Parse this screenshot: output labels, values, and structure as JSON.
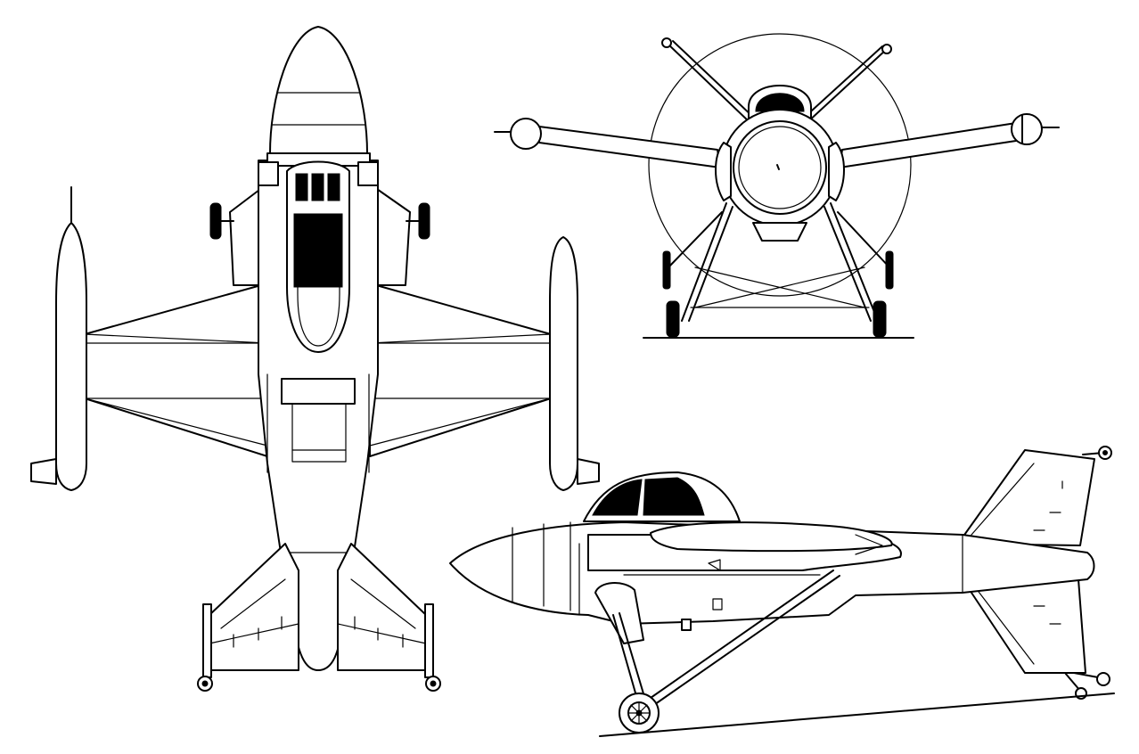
{
  "figure": {
    "views": [
      "top-view",
      "front-view",
      "side-view"
    ],
    "line_color": "#000000",
    "background": "#ffffff"
  }
}
